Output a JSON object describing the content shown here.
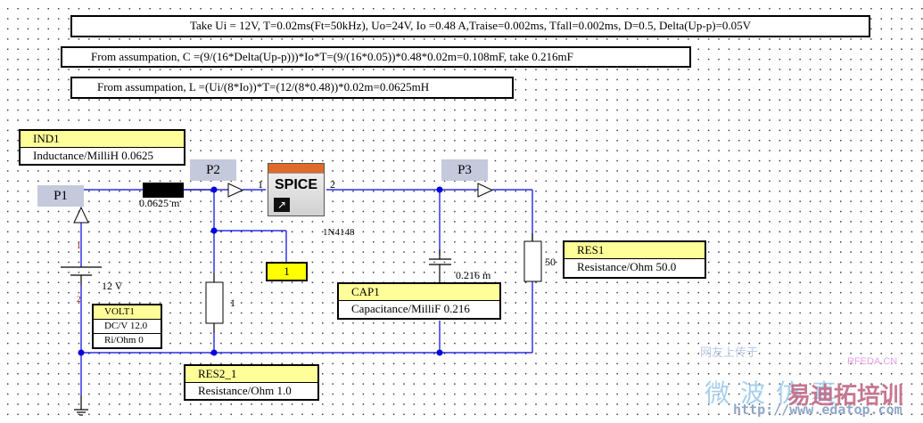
{
  "notes": {
    "assumptions": "Take Ui = 12V, T=0.02ms(Ft=50kHz), Uo=24V, Io =0.48 A,Traise=0.002ms, Tfall=0.002ms, D=0.5, Delta(Up-p)=0.05V",
    "capacitor_calc": "From assumpation, C =(9/(16*Delta(Up-p)))*Io*T=(9/(16*0.05))*0.48*0.02m=0.108mF, take 0.216mF",
    "inductor_calc": "From assumpation, L =(Ui/(8*Io))*T=(12/(8*0.48))*0.02m=0.0625mH"
  },
  "ports": {
    "p1": "P1",
    "p2": "P2",
    "p3": "P3"
  },
  "components": {
    "ind1": {
      "name": "IND1",
      "param": "Inductance/MilliH 0.0625",
      "value_label": "0.0625 m"
    },
    "volt1": {
      "name": "VOLT1",
      "dc": "DC/V  12.0",
      "ri": "Ri/Ohm    0",
      "value_label": "12 V",
      "pin1": "1",
      "pin2": "2"
    },
    "res2_1": {
      "name": "RES2_1",
      "param": "Resistance/Ohm 1.0",
      "value_label": "1"
    },
    "cap1": {
      "name": "CAP1",
      "param": "Capacitance/MilliF 0.216",
      "value_label": "0.216 m"
    },
    "res1": {
      "name": "RES1",
      "param": "Resistance/Ohm 50.0",
      "value_label": "50"
    },
    "diode": {
      "block_label": "SPICE",
      "model": "1N4148",
      "pin1": "1",
      "pin2": "2"
    },
    "probe": {
      "value": "1"
    }
  },
  "watermark": {
    "line1": "网友上传于",
    "site_small": "RFEDA.CN",
    "chinese_big": "微波仿真",
    "brand": "易迪拓培训",
    "url": "http://www.edatop.com"
  },
  "colors": {
    "wire": "#0000e0",
    "header_fill": "#ffff99",
    "probe_fill": "#ffff00",
    "port_fill": "#c5c9dc"
  }
}
